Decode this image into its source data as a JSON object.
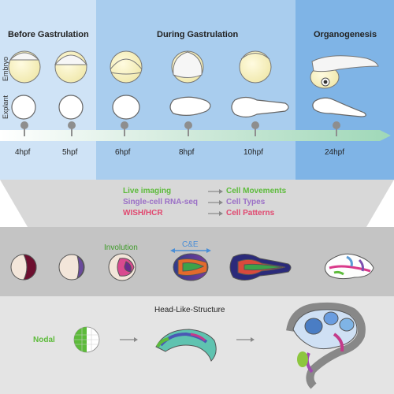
{
  "stages": {
    "before": "Before Gastrulation",
    "during": "During Gastrulation",
    "organogenesis": "Organogenesis"
  },
  "rows": {
    "embryo": "Embryo",
    "explant": "Explant"
  },
  "timepoints": [
    "4hpf",
    "5hpf",
    "6hpf",
    "8hpf",
    "10hpf",
    "24hpf"
  ],
  "methods": [
    {
      "method": "Live imaging",
      "result": "Cell Movements",
      "color": "#5dbb3b"
    },
    {
      "method": "Single-cell RNA-seq",
      "result": "Cell Types",
      "color": "#9a6fc6"
    },
    {
      "method": "WISH/HCR",
      "result": "Cell  Patterns",
      "color": "#e0486f"
    }
  ],
  "annotations": {
    "involution": "Involution",
    "ce": "C&E"
  },
  "bottom": {
    "title": "Head-Like-Structure",
    "nodal": "Nodal"
  },
  "colors": {
    "panel_light": "#cfe3f6",
    "panel_mid": "#a9cdee",
    "panel_dark": "#7fb4e6",
    "gray_band": "#d8d8d8",
    "mid_band": "#c4c4c4",
    "bottom_band": "#e4e4e4",
    "yolk": "#f5f0c6",
    "nodal_green": "#5dbb3b"
  }
}
